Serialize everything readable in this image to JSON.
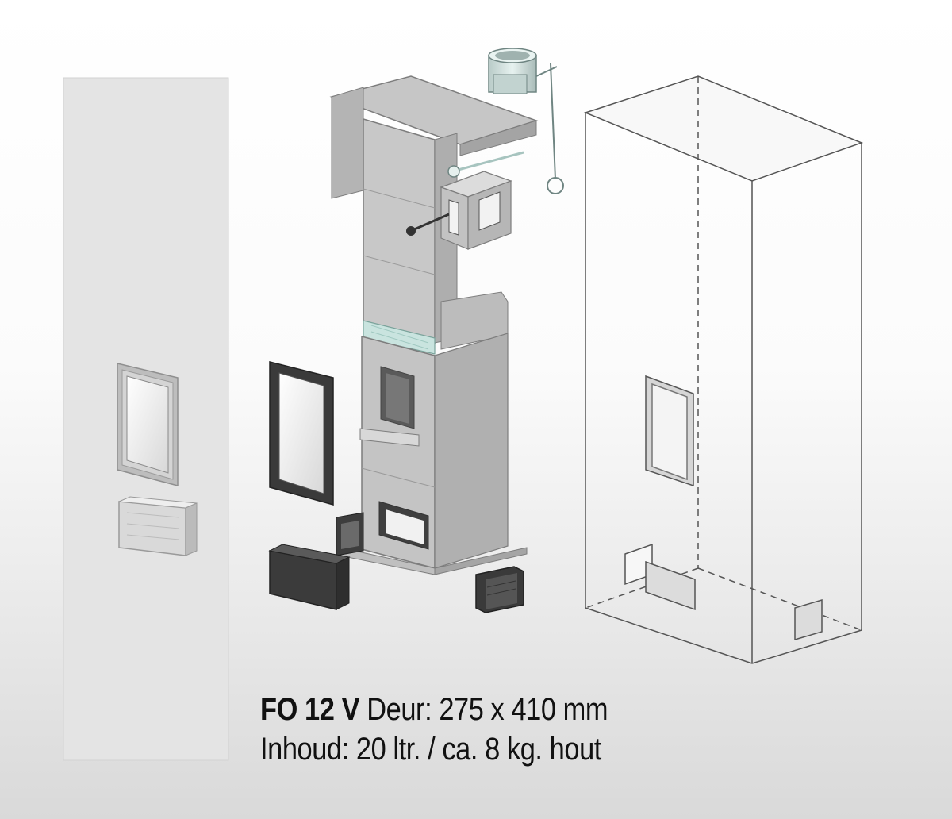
{
  "caption": {
    "model": "FO 12 V",
    "door": "Deur: 275 x 410 mm",
    "capacity": "Inhoud: 20 ltr. / ca. 8 kg. hout"
  },
  "colors": {
    "panel": "#e4e4e4",
    "stone": "#c8c8c8",
    "stone_dark": "#a9a9a9",
    "dark_part": "#3a3a3a",
    "pipe": "#cfe0dd",
    "wire": "#555555"
  }
}
